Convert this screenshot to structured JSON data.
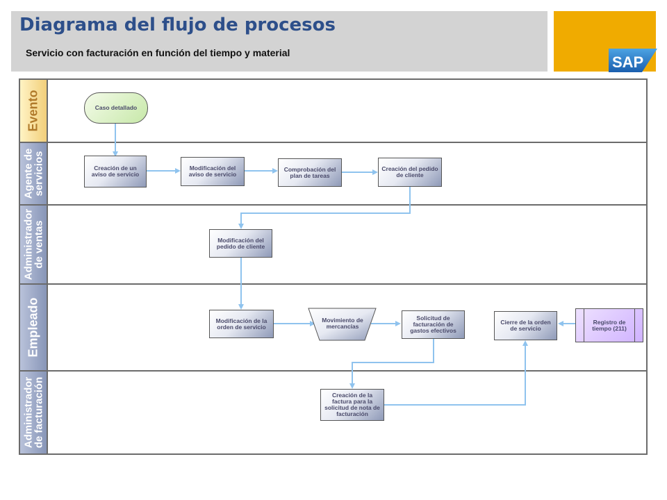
{
  "header": {
    "title": "Diagrama del flujo de procesos",
    "subtitle": "Servicio con facturación en función del tiempo y material",
    "logo_text": "SAP",
    "brand_color": "#f0ab00"
  },
  "lanes": [
    {
      "label": "Evento"
    },
    {
      "label": "Agente de\nservicios"
    },
    {
      "label": "Administrador\nde ventas"
    },
    {
      "label": "Empleado"
    },
    {
      "label": "Administrador\nde facturación"
    }
  ],
  "nodes": {
    "caso": "Caso detallado",
    "creacion_aviso": "Creación de un aviso de servicio",
    "modificacion_aviso": "Modificación del aviso de servicio",
    "comprobacion": "Comprobación del plan de tareas",
    "creacion_pedido": "Creación del pedido de cliente",
    "modificacion_pedido": "Modificación del pedido de cliente",
    "modificacion_orden": "Modificación de la orden de servicio",
    "movimiento": "Movimiento de mercancías",
    "solicitud_gastos": "Solicitud de facturación de gastos efectivos",
    "cierre_orden": "Cierre de la orden de servicio",
    "registro_tiempo": "Registro de tiempo (211)",
    "creacion_factura": "Creación de la factura para la solicitud de nota de facturación"
  }
}
